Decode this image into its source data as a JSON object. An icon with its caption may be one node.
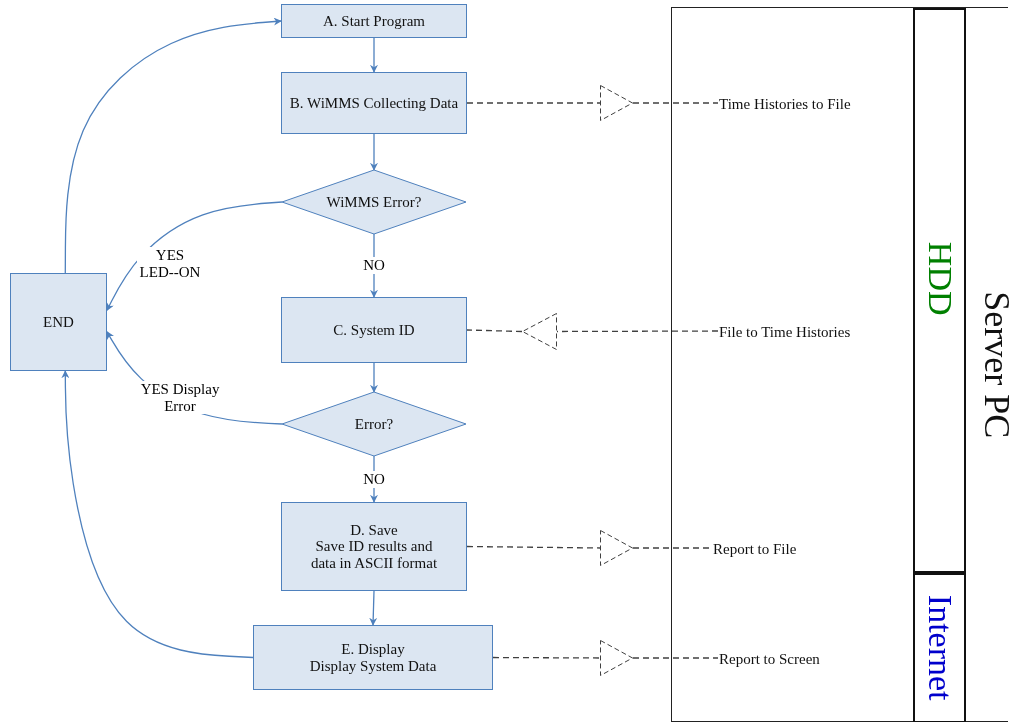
{
  "diagram": {
    "nodes": [
      {
        "text": [
          "A. Start Program"
        ]
      },
      {
        "text": [
          "B. WiMMS Collecting Data"
        ]
      },
      {
        "text": [
          "WiMMS Error?"
        ]
      },
      {
        "text": [
          "C. System ID"
        ]
      },
      {
        "text": [
          "Error?"
        ]
      },
      {
        "text": [
          "D. Save",
          "Save ID results and data in ASCII format"
        ]
      },
      {
        "text": [
          "E. Display",
          "Display System Data"
        ]
      },
      {
        "text": [
          "END"
        ]
      },
      {
        "text": [],
        "shape": "triangle"
      },
      {
        "text": [
          "Time Histories to File"
        ],
        "in": 16
      },
      {
        "text": [],
        "shape": "triangle"
      },
      {
        "text": [
          "File to Time Histories"
        ],
        "in": 16
      },
      {
        "text": [],
        "shape": "triangle"
      },
      {
        "text": [
          "Report to File"
        ],
        "in": 16
      },
      {
        "text": [],
        "shape": "triangle"
      },
      {
        "text": [
          "Report to Screen"
        ],
        "in": 16
      },
      {
        "text": [
          "Server PC"
        ]
      },
      {
        "text": [
          "HDD"
        ],
        "in": 16
      },
      {
        "text": [
          "Internet"
        ],
        "in": 16
      }
    ],
    "edges": [
      {
        "from": 0,
        "to": 1,
        "arrow": "to"
      },
      {
        "from": 1,
        "to": 2,
        "arrow": "to"
      },
      {
        "from": 2,
        "to": 3,
        "arrow": "to",
        "label": "NO"
      },
      {
        "from": 3,
        "to": 4,
        "arrow": "to"
      },
      {
        "from": 4,
        "to": 5,
        "arrow": "to",
        "label": "NO"
      },
      {
        "from": 5,
        "to": 6,
        "arrow": "to"
      },
      {
        "from": 2,
        "to": 7,
        "arrow": "to",
        "label": "YES LED--ON"
      },
      {
        "from": 4,
        "to": 7,
        "arrow": "to",
        "label": "YES Display Error"
      },
      {
        "from": 6,
        "to": 7,
        "arrow": "to"
      },
      {
        "from": 7,
        "to": 0,
        "arrow": "to"
      },
      {
        "from": 1,
        "to": 8,
        "arrow": "none",
        "style": "dashed",
        "color": "#404040"
      },
      {
        "from": 8,
        "to": 9,
        "arrow": "none",
        "style": "dashed",
        "color": "#404040"
      },
      {
        "from": 11,
        "to": 10,
        "arrow": "none",
        "style": "dashed",
        "color": "#404040"
      },
      {
        "from": 10,
        "to": 3,
        "arrow": "none",
        "style": "dashed",
        "color": "#404040"
      },
      {
        "from": 5,
        "to": 12,
        "arrow": "none",
        "style": "dashed",
        "color": "#404040"
      },
      {
        "from": 12,
        "to": 13,
        "arrow": "none",
        "style": "dashed",
        "color": "#404040"
      },
      {
        "from": 6,
        "to": 14,
        "arrow": "none",
        "style": "dashed",
        "color": "#404040"
      },
      {
        "from": 14,
        "to": 15,
        "arrow": "none",
        "style": "dashed",
        "color": "#404040"
      }
    ]
  }
}
